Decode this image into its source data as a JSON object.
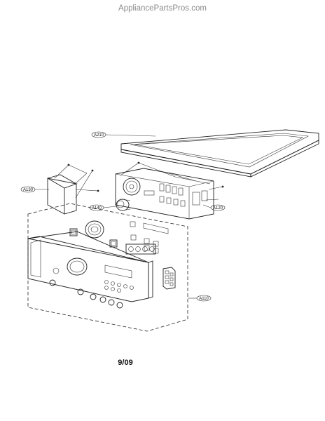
{
  "watermark": "AppliancePartsPros.com",
  "footer_code": "9/09",
  "callouts": {
    "a210": "A210",
    "a130": "A130",
    "a140": "A140",
    "a120": "A120",
    "a110": "A110"
  }
}
